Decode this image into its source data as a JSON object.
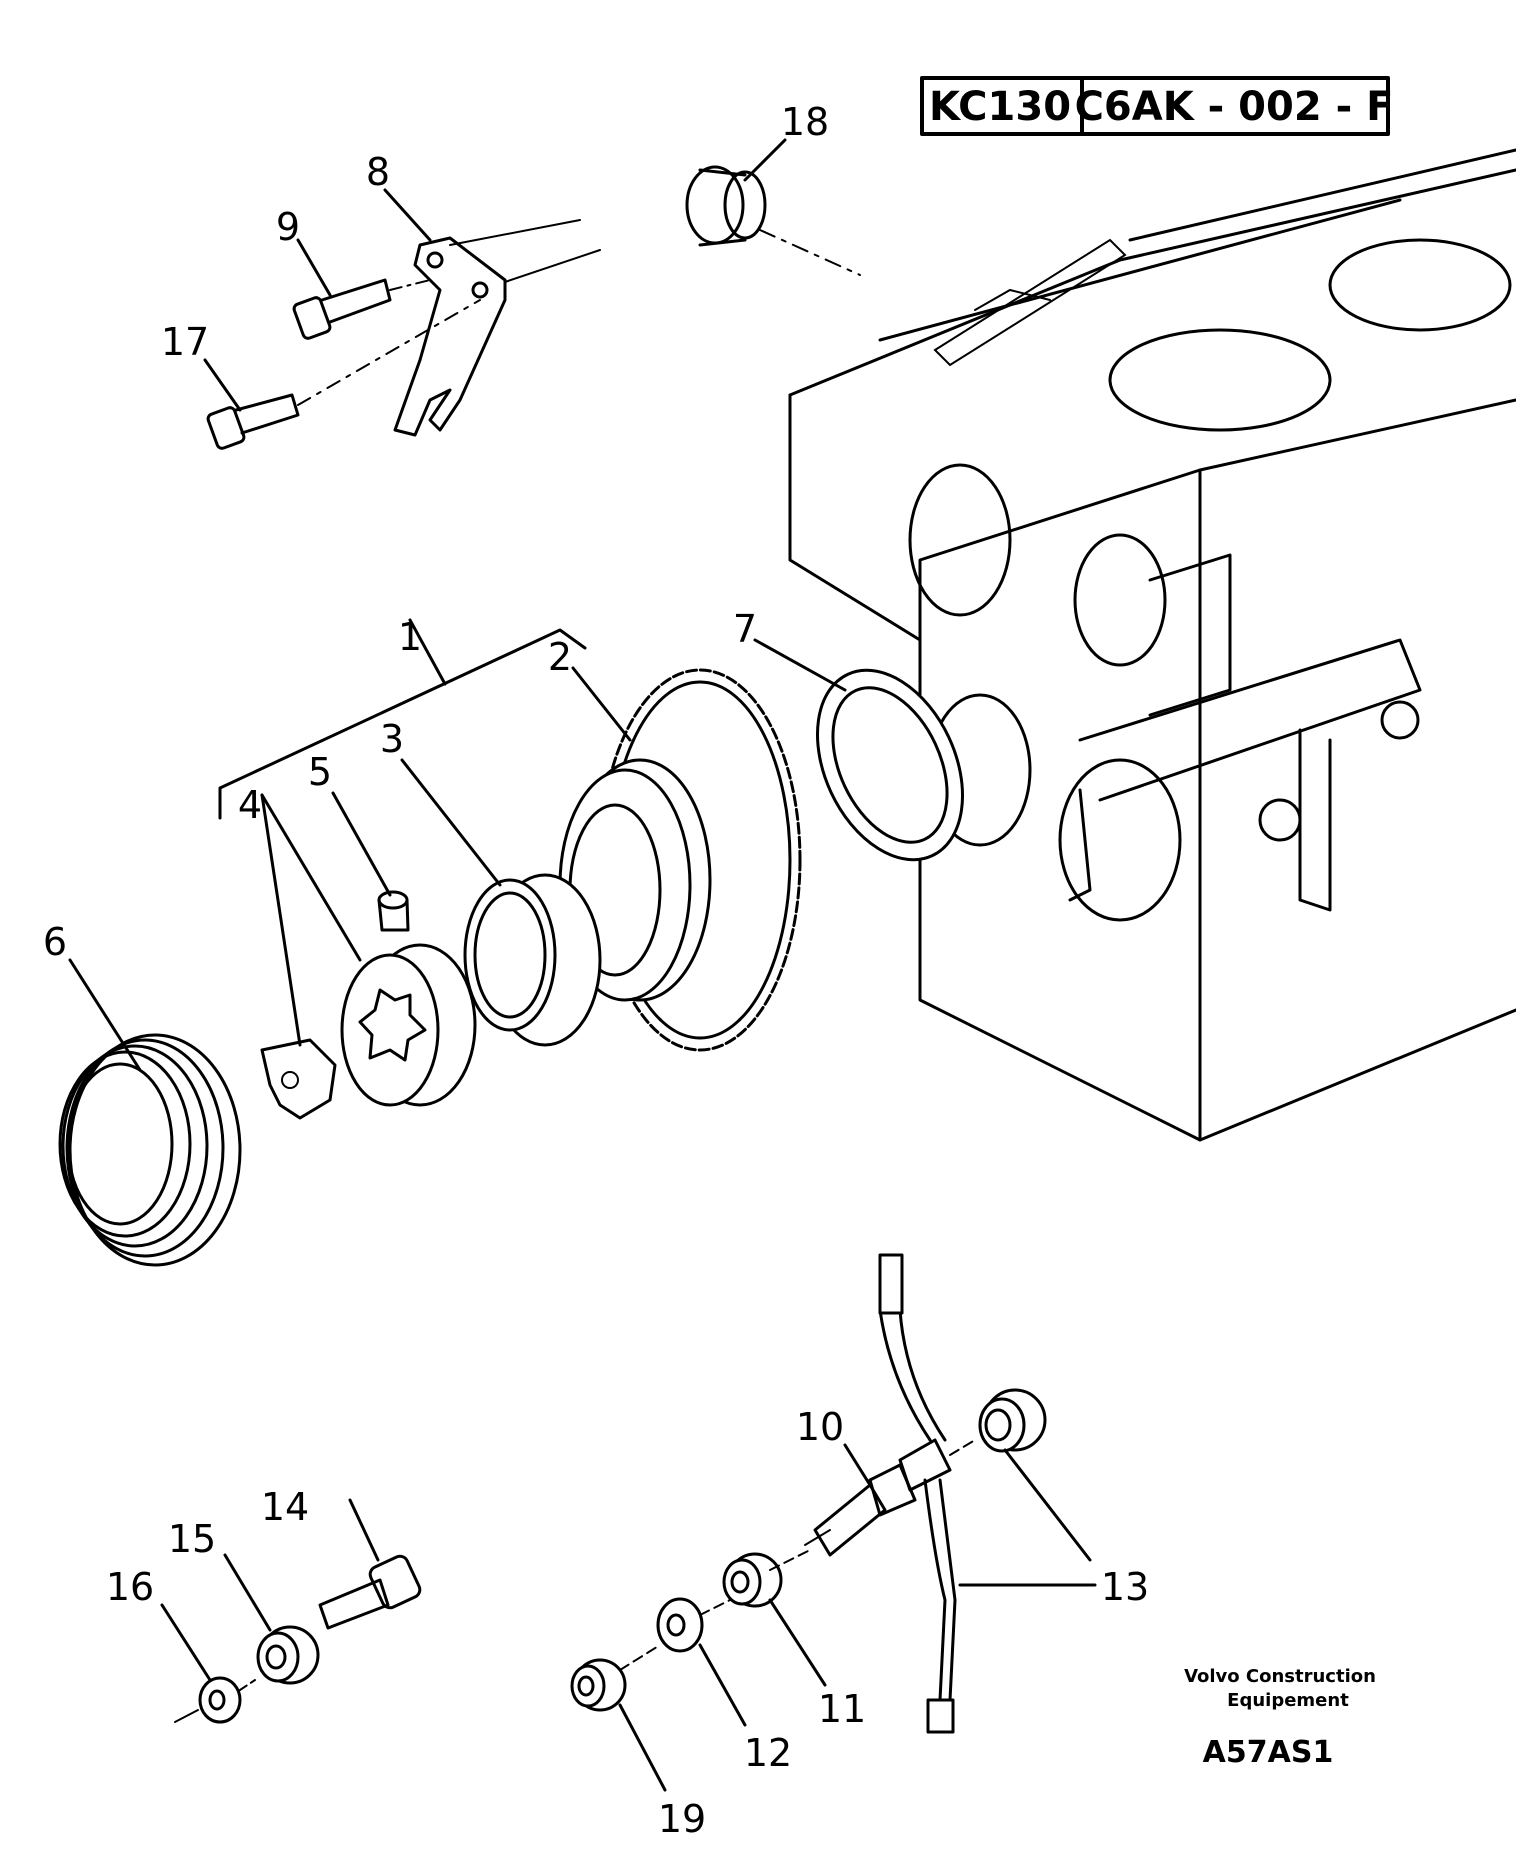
{
  "header": {
    "model": "KC130",
    "group_code": "C6AK - 002 - F"
  },
  "callouts": [
    {
      "id": "c1",
      "label": "1"
    },
    {
      "id": "c2",
      "label": "2"
    },
    {
      "id": "c3",
      "label": "3"
    },
    {
      "id": "c4",
      "label": "4"
    },
    {
      "id": "c5",
      "label": "5"
    },
    {
      "id": "c6",
      "label": "6"
    },
    {
      "id": "c7",
      "label": "7"
    },
    {
      "id": "c8",
      "label": "8"
    },
    {
      "id": "c9",
      "label": "9"
    },
    {
      "id": "c10",
      "label": "10"
    },
    {
      "id": "c11",
      "label": "11"
    },
    {
      "id": "c12",
      "label": "12"
    },
    {
      "id": "c13",
      "label": "13"
    },
    {
      "id": "c14",
      "label": "14"
    },
    {
      "id": "c15",
      "label": "15"
    },
    {
      "id": "c16",
      "label": "16"
    },
    {
      "id": "c17",
      "label": "17"
    },
    {
      "id": "c18",
      "label": "18"
    },
    {
      "id": "c19",
      "label": "19"
    }
  ],
  "footer": {
    "maker_line1": "Volvo Construction",
    "maker_line2": "Equipement",
    "figure_id": "A57AS1"
  }
}
